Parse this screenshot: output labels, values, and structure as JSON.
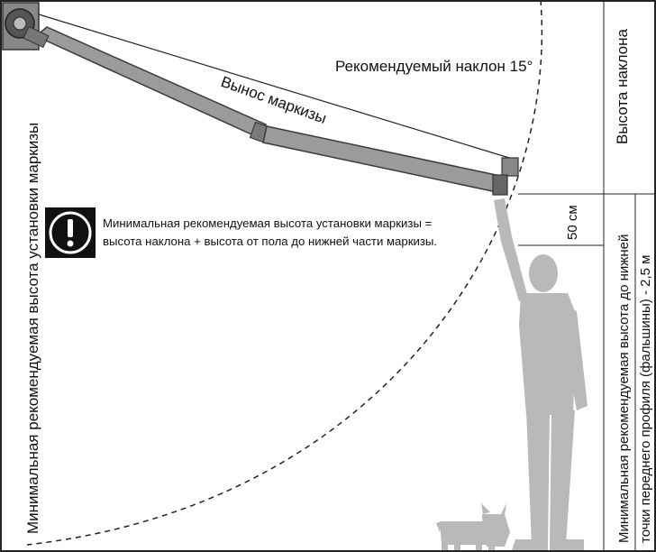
{
  "labels": {
    "awning_projection": "Вынос маркизы",
    "recommended_slope": "Рекомендуемый наклон 15°",
    "slope_height": "Высота наклона",
    "left_vertical": "Минимальная рекомендуемая высота установки маркизы",
    "right_vertical_line1": "Минимальная рекомендуемая высота до нижней",
    "right_vertical_line2": "точки  переднего профиля (фальшины) - 2,5 м",
    "clearance": "50 см"
  },
  "note": {
    "line1": "Минимальная рекомендуемая высота установки маркизы  =",
    "line2": "высота наклона  +  высота от пола до нижней части маркизы.",
    "icon": "exclamation-icon"
  },
  "colors": {
    "arm_fill": "#9b9b9b",
    "arm_stroke": "#3a3a3a",
    "silhouette": "#b9b9b9",
    "line": "#222222",
    "note_bg": "#111111"
  }
}
